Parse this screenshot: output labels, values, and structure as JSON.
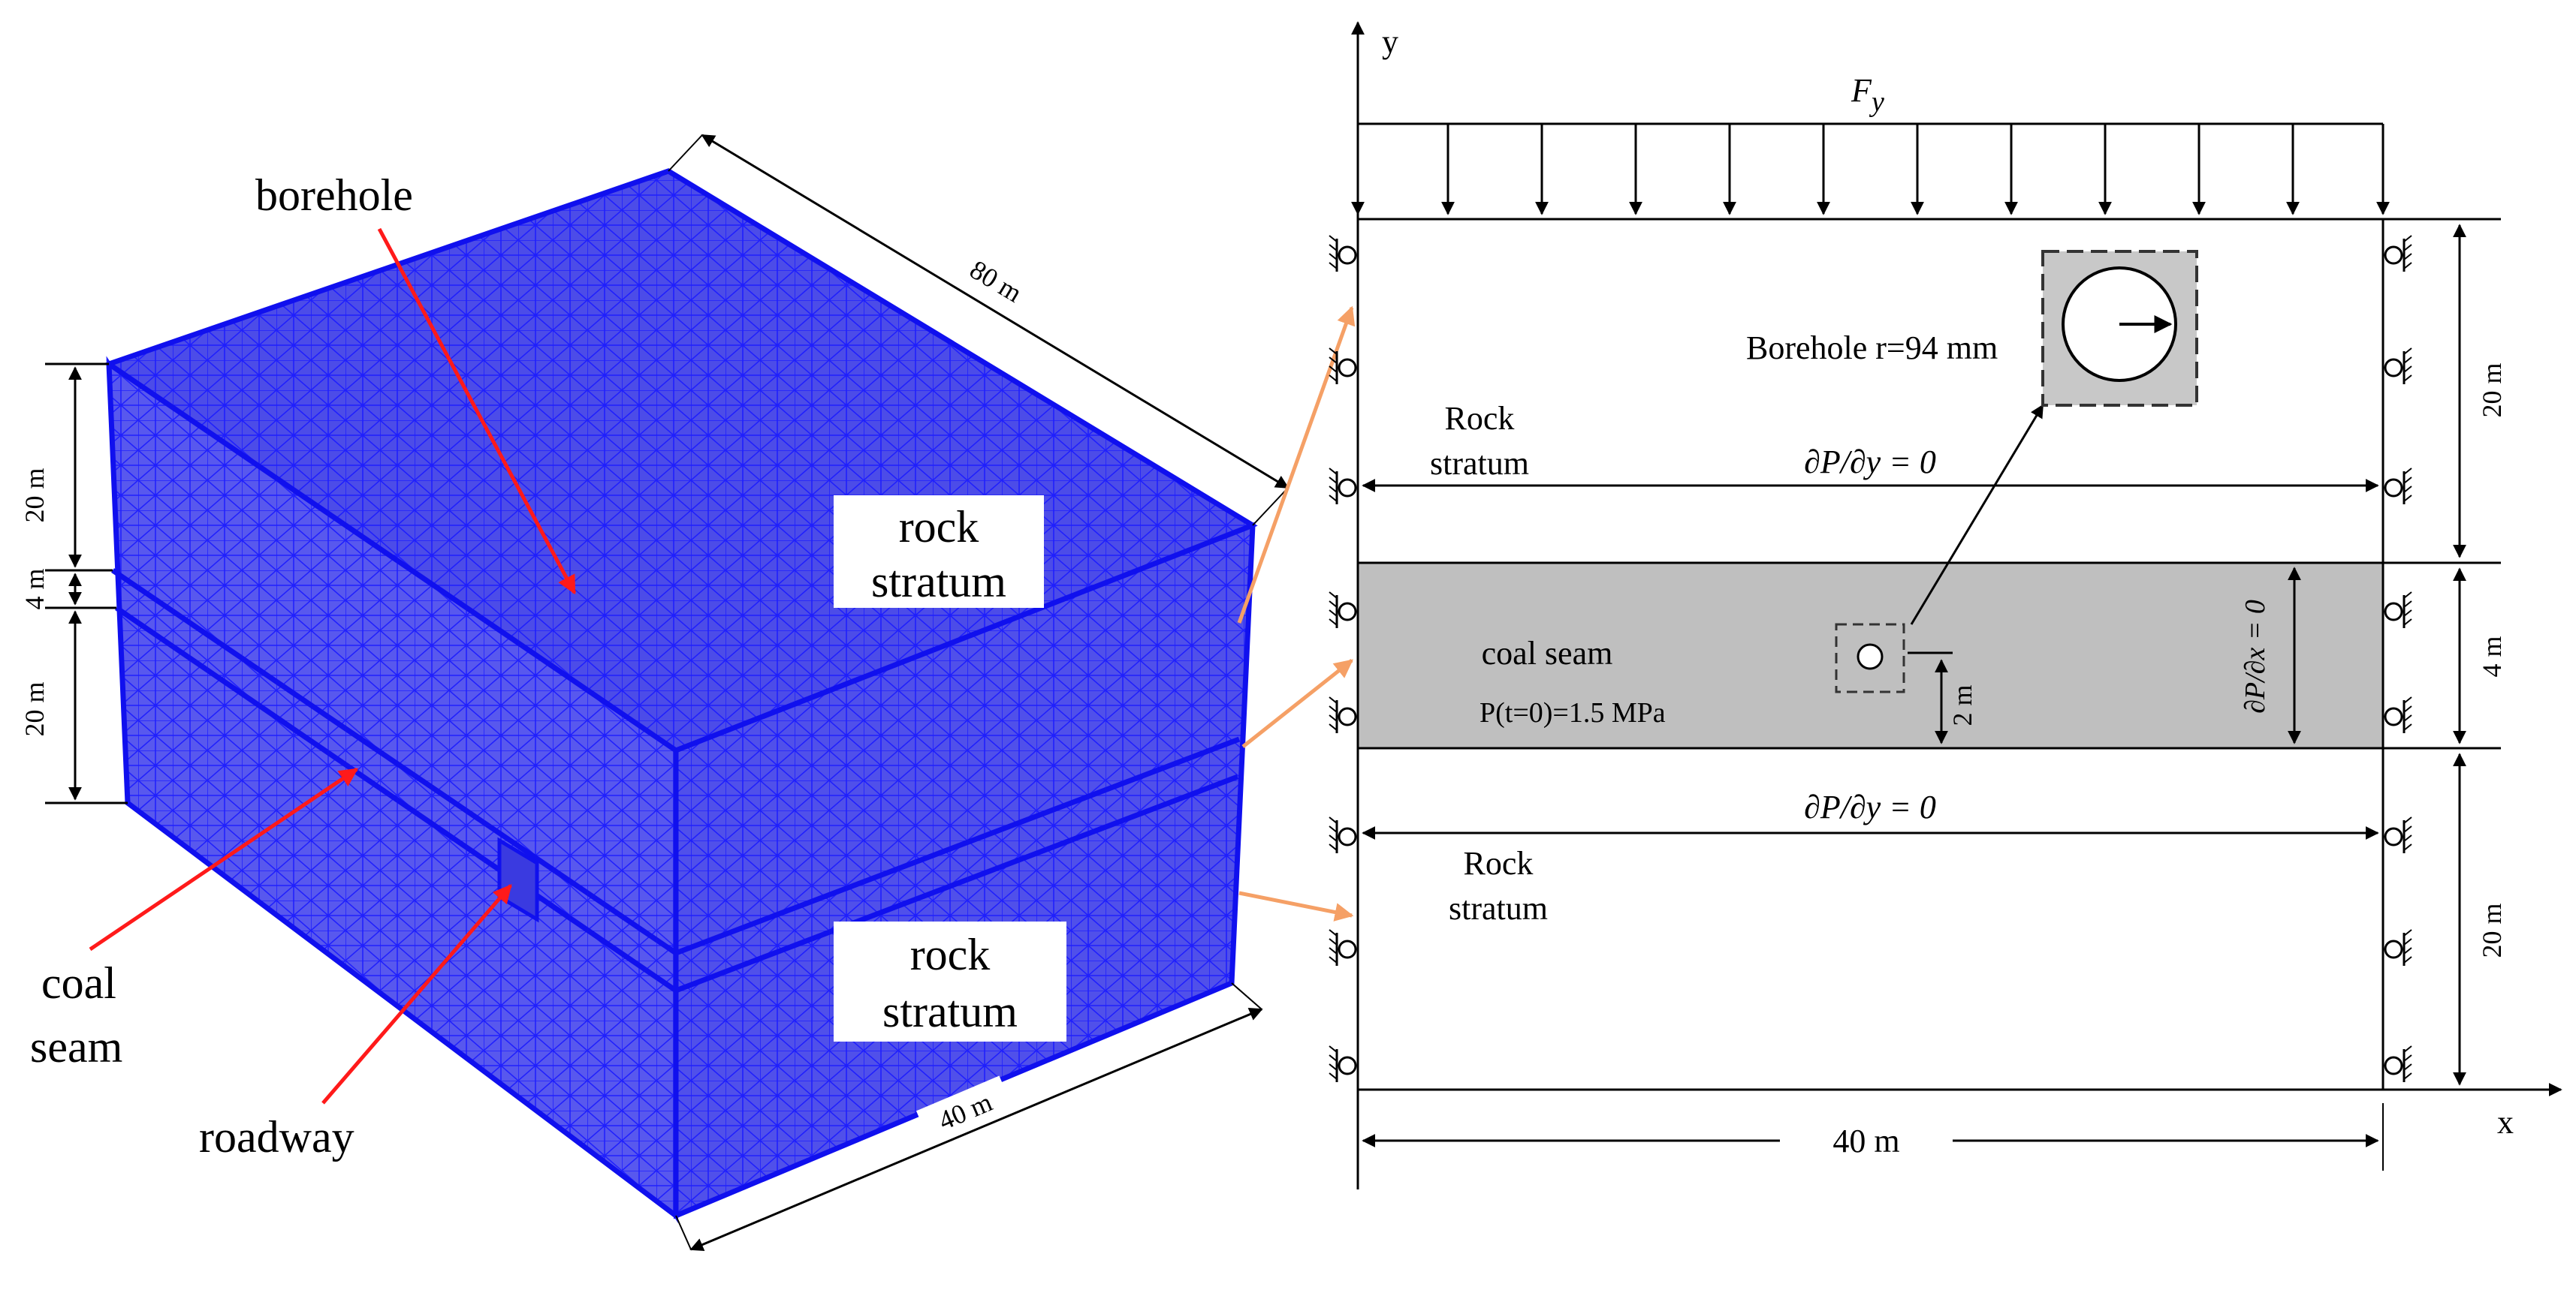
{
  "left_panel": {
    "labels": {
      "borehole": "borehole",
      "rock_stratum": "rock stratum",
      "coal_seam": "coal seam",
      "roadway": "roadway"
    },
    "dimensions": {
      "length": "80 m",
      "width": "40 m",
      "top_thickness": "20 m",
      "coal_thickness": "4 m",
      "bottom_thickness": "20 m"
    },
    "colors": {
      "mesh": "#1a1aff",
      "mesh_fill": "#4f4fe6",
      "arrow": "#ff1a1a"
    }
  },
  "right_panel": {
    "axis_y": "y",
    "axis_x": "x",
    "load": "F",
    "load_sub": "y",
    "rock_stratum": "Rock stratum",
    "coal_seam": "coal seam",
    "initial_pressure": "P(t=0)=1.5 MPa",
    "borehole_label": "Borehole r=94 mm",
    "bc_top": "∂P/∂y = 0",
    "bc_bottom": "∂P/∂y = 0",
    "bc_side": "∂P/∂x = 0",
    "dims": {
      "top": "20 m",
      "coal": "4 m",
      "bottom": "20 m",
      "width": "40 m",
      "offset": "2 m"
    },
    "colors": {
      "coal_fill": "#bfbfbf",
      "inset_fill": "#c8c8c8",
      "connector": "#f5a066"
    }
  }
}
